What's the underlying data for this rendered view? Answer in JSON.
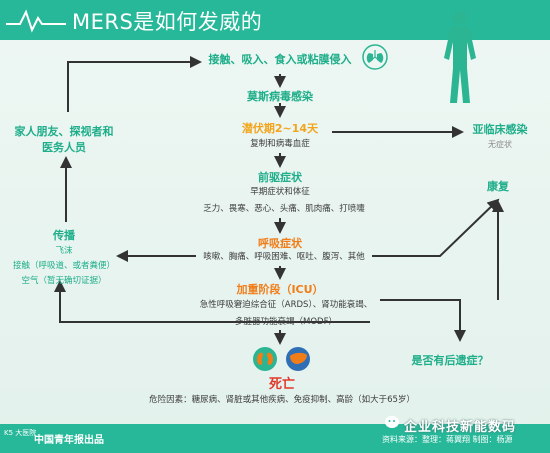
{
  "header": {
    "title": "MERS是如何发威的"
  },
  "top": {
    "entry": "接触、吸入、食入或粘膜侵入"
  },
  "infection": {
    "label": "莫斯病毒感染"
  },
  "incubation": {
    "title": "潜伏期2~14天",
    "desc": "复制和病毒血症"
  },
  "early": {
    "title": "前驱症状",
    "line1": "早期症状和体征",
    "line2": "乏力、畏寒、恶心、头痛、肌肉痛、打喷嚏"
  },
  "respiratory": {
    "title": "呼吸症状",
    "desc": "咳嗽、胸痛、呼吸困难、呕吐、腹泻、其他"
  },
  "icu": {
    "title": "加重阶段（ICU）",
    "line1": "急性呼吸窘迫综合征（ARDS）、肾功能衰竭、",
    "line2": "多脏器功能衰竭（MODF）"
  },
  "death": {
    "title": "死亡",
    "factors": "危险因素：糖尿病、肾脏或其他疾病、免疫抑制、高龄（如大于65岁）"
  },
  "left": {
    "contacts": "家人朋友、探视者和",
    "contacts2": "医务人员",
    "spread": "传播",
    "spread1": "飞沫",
    "spread2": "接触（呼吸道、或者粪便）",
    "spread3": "空气（暂无确切证据）"
  },
  "right": {
    "subclinical": "亚临床感染",
    "subclinical_sub": "无症状",
    "recovery": "康复",
    "sequela": "是否有后遗症？"
  },
  "footer": {
    "source": "中国青年报出品",
    "credits": "资料来源：整理：蒋翼翔 制图：杨源",
    "brand": "企业科技新能数码",
    "corner": "K5 大医院"
  }
}
